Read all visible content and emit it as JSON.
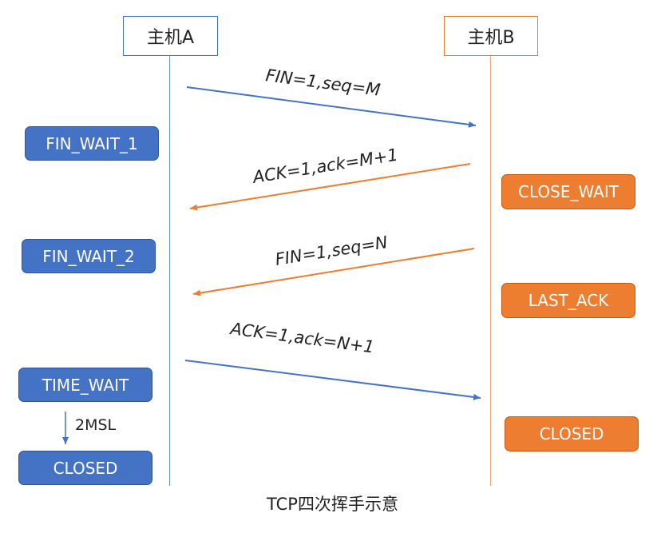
{
  "hosts": {
    "a": "主机A",
    "b": "主机B"
  },
  "messages": {
    "m1": "FIN=1,seq=M",
    "m2": "ACK=1,ack=M+1",
    "m3": "FIN=1,seq=N",
    "m4": "ACK=1,ack=N+1"
  },
  "states_a": {
    "s1": "FIN_WAIT_1",
    "s2": "FIN_WAIT_2",
    "s3": "TIME_WAIT",
    "s4": "CLOSED"
  },
  "states_b": {
    "s1": "CLOSE_WAIT",
    "s2": "LAST_ACK",
    "s3": "CLOSED"
  },
  "wait_label": "2MSL",
  "caption": "TCP四次挥手示意",
  "colors": {
    "host_a": "#4472c4",
    "host_b": "#ed7d31"
  }
}
